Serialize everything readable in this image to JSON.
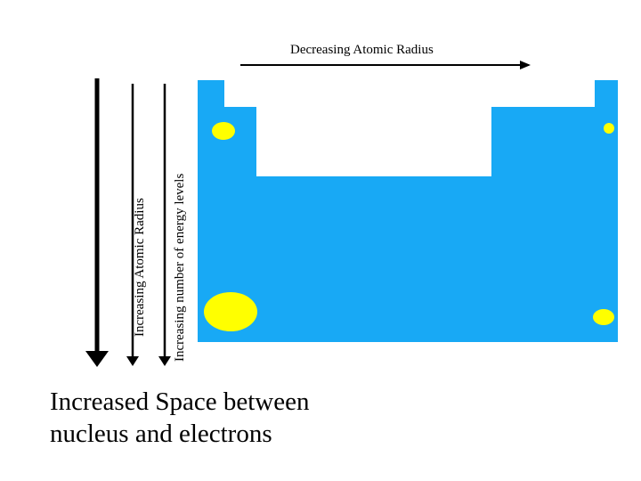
{
  "labels": {
    "top_arrow": "Decreasing Atomic Radius",
    "left_arrow_1": "Increasing Atomic Radius",
    "left_arrow_2": "Increasing number of energy levels"
  },
  "caption": {
    "line1": "Increased Space between",
    "line2": "nucleus and electrons"
  },
  "colors": {
    "table_fill": "#18A9F5",
    "atom_fill": "#FFFF00",
    "arrow": "#000000",
    "background": "#FFFFFF"
  }
}
